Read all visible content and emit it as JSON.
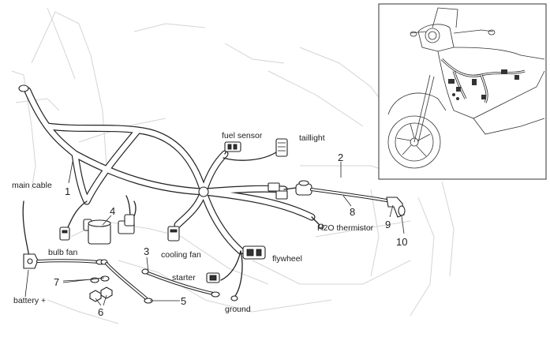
{
  "labels": {
    "main_cable": "main cable",
    "fuel_sensor": "fuel sensor",
    "taillight": "taillight",
    "h2o_thermistor": "H2O thermistor",
    "bulb_fan": "bulb fan",
    "cooling_fan": "cooling fan",
    "flywheel": "flywheel",
    "starter": "starter",
    "battery_plus": "battery +",
    "ground": "ground"
  },
  "callouts": {
    "n1": "1",
    "n2": "2",
    "n3": "3",
    "n4": "4",
    "n5": "5",
    "n6": "6",
    "n7": "7",
    "n8": "8",
    "n9": "9",
    "n10": "10"
  },
  "colors": {
    "ink": "#222222",
    "ghost": "#d4d4d4",
    "background": "#ffffff"
  }
}
